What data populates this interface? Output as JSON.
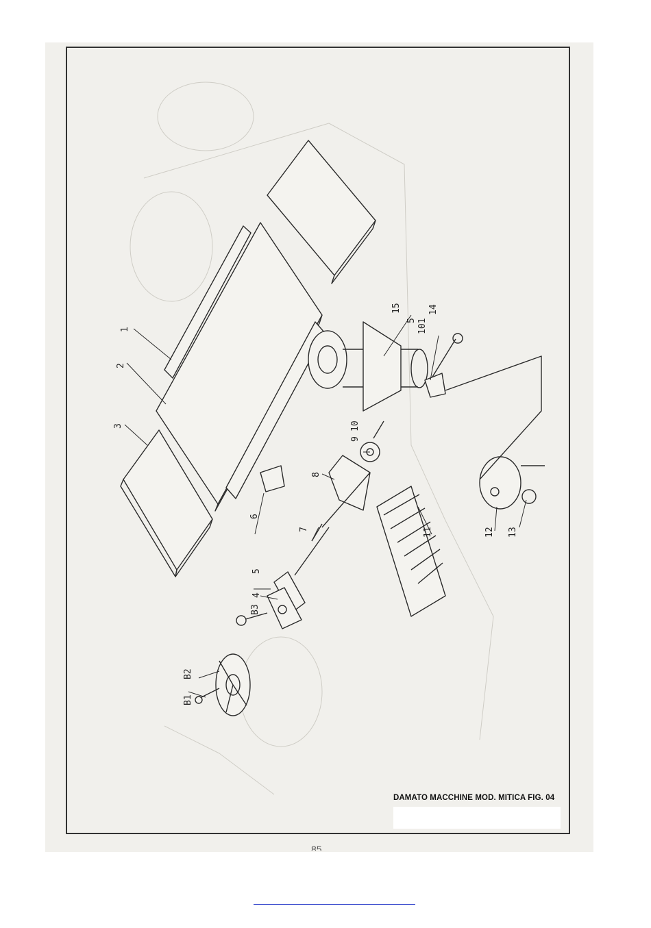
{
  "caption": "DAMATO MACCHINE MOD. MITICA FIG. 04",
  "page_number": "85",
  "part_labels": {
    "p1": "1",
    "p2": "2",
    "p3": "3",
    "p4": "4",
    "p5": "5",
    "p5b": "5",
    "p6": "6",
    "p7": "7",
    "p8": "8",
    "p9": "9",
    "p10": "10",
    "p11": "11",
    "p12": "12",
    "p13": "13",
    "p14": "14",
    "p15": "15",
    "p101": "101",
    "b1": "B1",
    "b2": "B2",
    "b3": "B3"
  }
}
